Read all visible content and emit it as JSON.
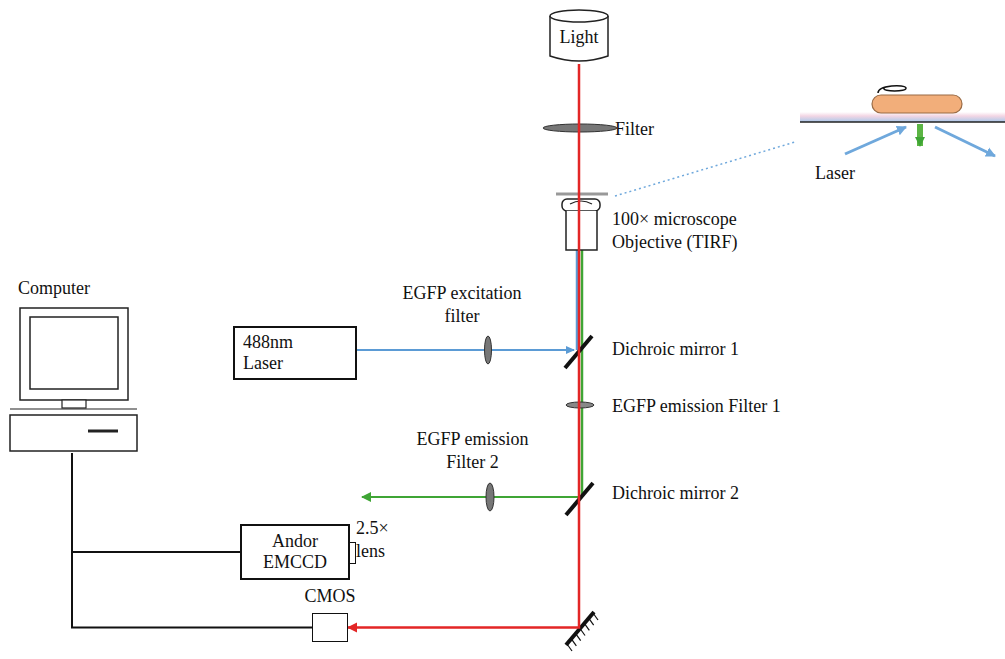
{
  "diagram": {
    "nodes": [
      {
        "text": [
          "Light"
        ]
      },
      {
        "text": [
          "Computer"
        ]
      },
      {
        "text": [
          "488nm Laser"
        ]
      },
      {
        "text": [
          "Andor EMCCD"
        ]
      },
      {
        "text": [
          "CMOS"
        ]
      }
    ],
    "edges": [
      {
        "from": 0,
        "to": 4,
        "arrow": "to"
      },
      {
        "from": 1,
        "to": 3,
        "arrow": "none"
      },
      {
        "from": 1,
        "to": 4,
        "arrow": "none"
      }
    ],
    "labels": [
      "Filter",
      "100× microscope Objective (TIRF)",
      "Laser",
      "EGFP excitation filter",
      "Dichroic mirror 1",
      "EGFP emission Filter 1",
      "EGFP emission Filter 2",
      "Dichroic mirror 2",
      "2.5× lens"
    ]
  }
}
